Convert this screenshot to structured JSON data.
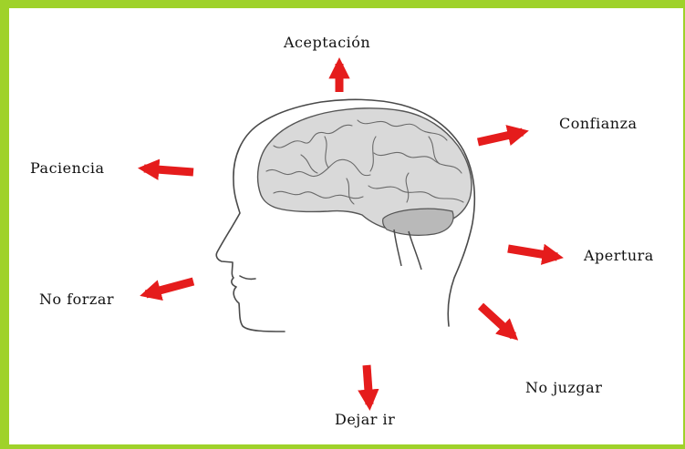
{
  "labels": {
    "top": "Aceptación",
    "upper_right": "Confianza",
    "upper_left": "Paciencia",
    "right": "Apertura",
    "left": "No forzar",
    "lower_right": "No juzgar",
    "bottom": "Dejar ir"
  },
  "colors": {
    "frame": "#9fd22a",
    "arrow": "#e51c1c",
    "brain": "#d9d9d9",
    "cerebellum": "#b9b9b9",
    "outline": "#4a4a4a"
  },
  "icons": {
    "head": "head-profile-icon",
    "brain": "brain-icon",
    "arrow": "arrow-icon"
  }
}
